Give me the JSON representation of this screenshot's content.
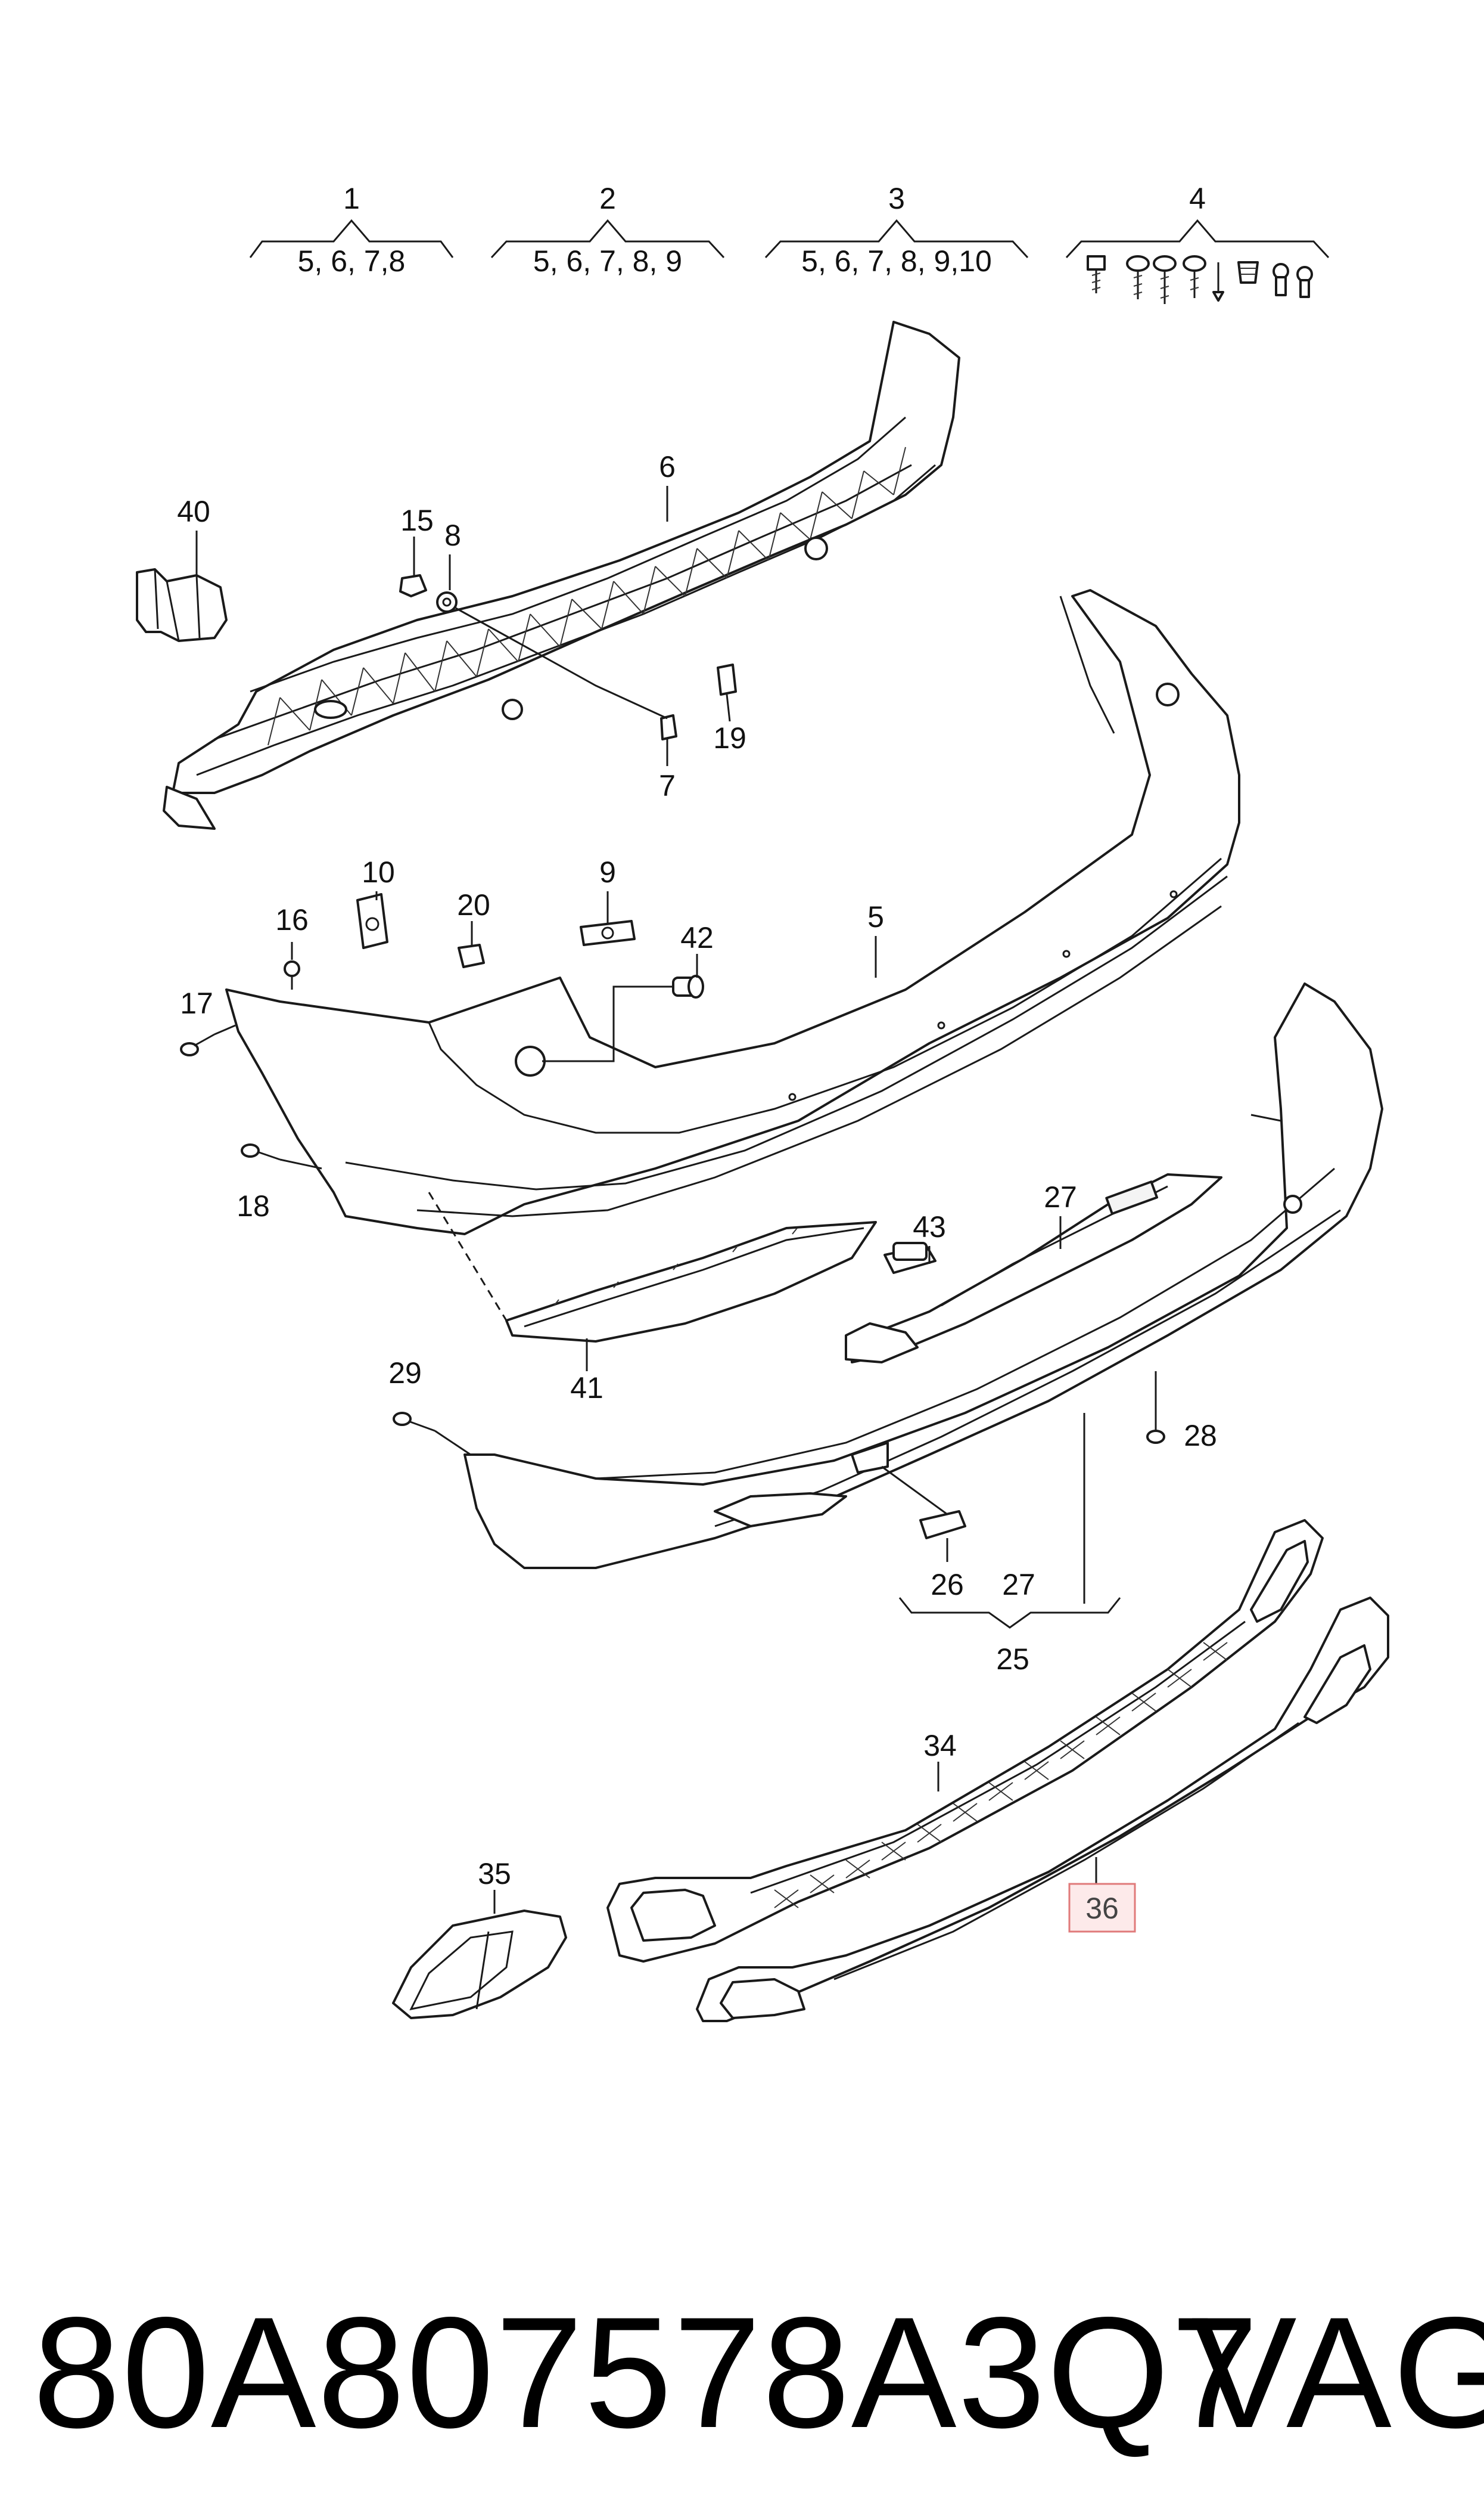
{
  "groups": [
    {
      "number": "1",
      "parts": "5, 6, 7,8"
    },
    {
      "number": "2",
      "parts": "5, 6, 7, 8, 9"
    },
    {
      "number": "3",
      "parts": "5, 6, 7, 8, 9,10"
    },
    {
      "number": "4",
      "parts": ""
    },
    {
      "number": "25",
      "parts": ""
    }
  ],
  "group25_sub": {
    "a": "26",
    "b": "27"
  },
  "callouts": {
    "p5": "5",
    "p6": "6",
    "p7": "7",
    "p8": "8",
    "p9": "9",
    "p10": "10",
    "p15": "15",
    "p16": "16",
    "p17": "17",
    "p18": "18",
    "p19": "19",
    "p20": "20",
    "p26": "26",
    "p27": "27",
    "p28": "28",
    "p29": "29",
    "p34": "34",
    "p35": "35",
    "p36": "36",
    "p40": "40",
    "p41": "41",
    "p42": "42",
    "p43": "43"
  },
  "highlight_color": "#e07a7a",
  "footer": {
    "part_number": "80A807578A3Q7",
    "brand": "VAG"
  }
}
